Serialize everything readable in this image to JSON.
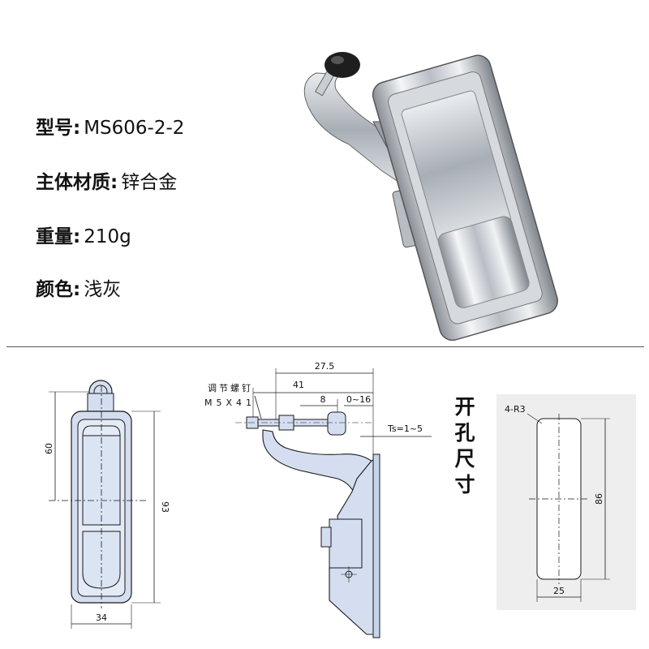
{
  "specs": [
    {
      "label": "型号:",
      "value": "MS606-2-2"
    },
    {
      "label": "主体材质:",
      "value": "锌合金"
    },
    {
      "label": "重量:",
      "value": "210g"
    },
    {
      "label": "颜色:",
      "value": "浅灰"
    }
  ],
  "front_view": {
    "dim_height_upper": "60",
    "dim_height_total": "93",
    "dim_width": "34"
  },
  "side_view": {
    "screw_label_line1": "调节螺钉",
    "screw_label_line2": "M5X41",
    "dim_top": "27.5",
    "dim_41": "41",
    "dim_8": "8",
    "dim_range": "0~16",
    "dim_ts": "Ts=1~5"
  },
  "cutout": {
    "title_chars": [
      "开",
      "孔",
      "尺",
      "寸"
    ],
    "radius_label": "4-R3",
    "height": "86",
    "width": "25"
  },
  "colors": {
    "drawing_fill": "#d4def0",
    "drawing_stroke": "#1a1a1a",
    "cutout_bg": "#eeeeee",
    "divider": "#555555"
  }
}
